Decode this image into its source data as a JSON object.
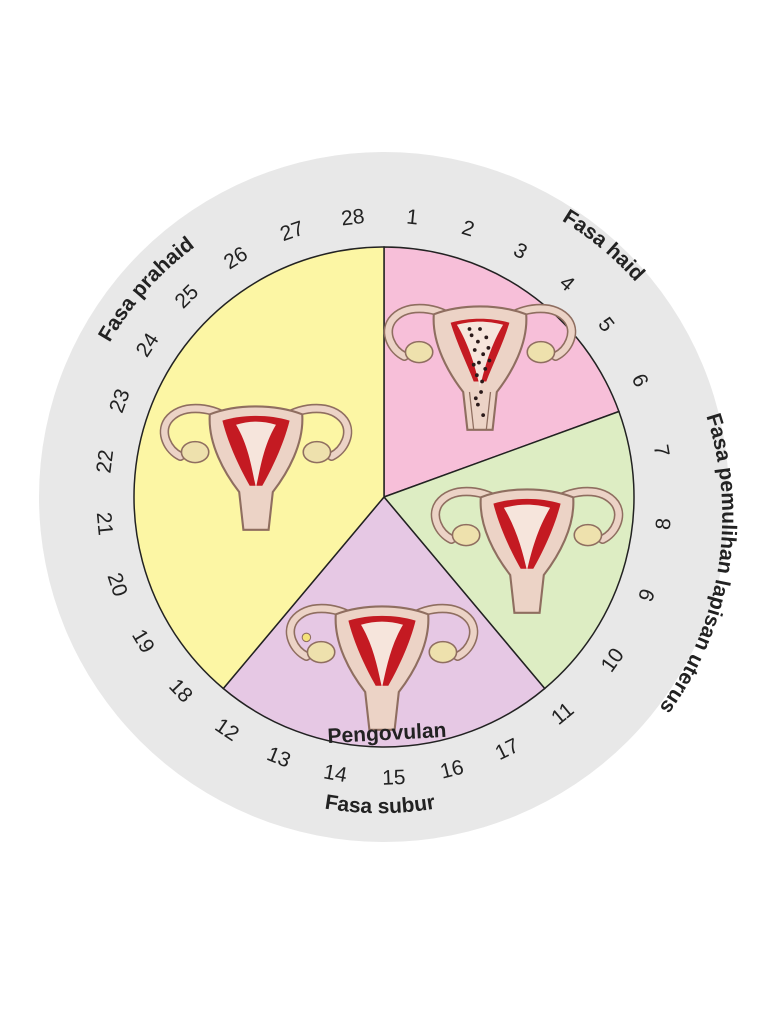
{
  "colors": {
    "outline": "#222222",
    "haid_outer": "#e2a4c8",
    "haid_inner": "#f7bfd9",
    "pemulihan_outer": "#c6dfb0",
    "pemulihan_inner": "#ddedc3",
    "subur_outer": "#dcb8dc",
    "subur_inner": "#e6c8e4",
    "prahaid_outer": "#f6ea6c",
    "prahaid_inner": "#fcf6a4",
    "ovulation_day": "#bfe3f5",
    "uterus_body": "#ecd3c6",
    "uterus_lining": "#c41a22",
    "ovary": "#eee1ad"
  },
  "phases": [
    {
      "id": "haid",
      "label": "Fasa haid",
      "days": [
        1,
        2,
        3,
        4,
        5
      ]
    },
    {
      "id": "pemulihan",
      "label": "Fasa pemulihan lapisan uterus",
      "days": [
        6,
        7,
        8,
        9,
        10,
        11
      ]
    },
    {
      "id": "subur",
      "label": "Fasa subur",
      "days": [
        12,
        13,
        14,
        15,
        16,
        17
      ]
    },
    {
      "id": "prahaid",
      "label": "Fasa prahaid",
      "days": [
        18,
        19,
        20,
        21,
        22,
        23,
        24,
        25,
        26,
        27,
        28
      ]
    }
  ],
  "ovulation": {
    "label": "Pengovulan",
    "day": 14
  },
  "uterus_icons": [
    {
      "phase": "haid",
      "state": "shedding-lining-icon"
    },
    {
      "phase": "pemulihan",
      "state": "repairing-lining-icon"
    },
    {
      "phase": "subur",
      "state": "ovulating-uterus-icon"
    },
    {
      "phase": "prahaid",
      "state": "thick-lining-icon"
    }
  ]
}
